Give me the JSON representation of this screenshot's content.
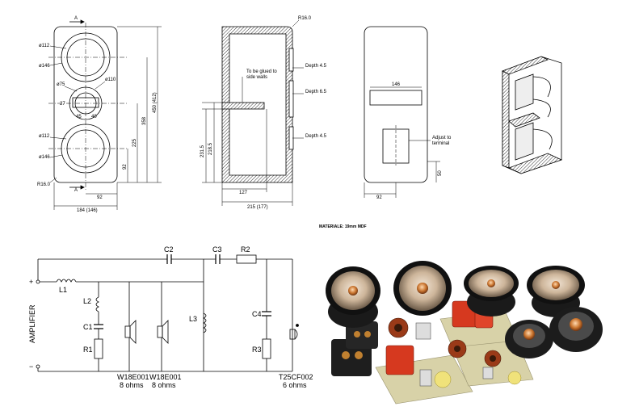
{
  "drawings": {
    "front": {
      "section_mark": "A",
      "dia_112_top": "ø112",
      "dia_146_top": "ø146",
      "dia_75": "ø75",
      "dia_110": "ø110",
      "dim_27": "27",
      "dim_45": "45",
      "dim_40": "40",
      "dia_112_bottom": "ø112",
      "dia_146_bottom": "ø146",
      "radius": "R16.0",
      "width_92": "92",
      "width_total": "184 (146)",
      "height_92": "92",
      "height_225": "225",
      "height_358": "358",
      "height_total": "450 (412)"
    },
    "section": {
      "radius": "R16.0",
      "depth_top": "Depth 4.5",
      "depth_mid": "Depth 6.5",
      "depth_bottom": "Depth 4.5",
      "glue_note_1": "To be glued to",
      "glue_note_2": "side walls",
      "dim_231": "231.5",
      "dim_218": "218.5",
      "dim_127": "127",
      "dim_215": "215 (177)"
    },
    "rear": {
      "dim_146": "146",
      "adjust_1": "Adjust to",
      "adjust_2": "terminal",
      "dim_50": "50",
      "dim_92": "92"
    },
    "material": "MATERIALE: 19mm MDF"
  },
  "schematic": {
    "plus": "+",
    "minus": "−",
    "amplifier": "AMPLIFIER",
    "L1": "L1",
    "L2": "L2",
    "C1": "C1",
    "R1": "R1",
    "C2": "C2",
    "C3": "C3",
    "R2": "R2",
    "L3": "L3",
    "C4": "C4",
    "R3": "R3",
    "woofer_model": "W18E001",
    "woofer_ohms": "8 ohms",
    "tweeter_model": "T25CF002",
    "tweeter_ohms": "6 ohms"
  }
}
